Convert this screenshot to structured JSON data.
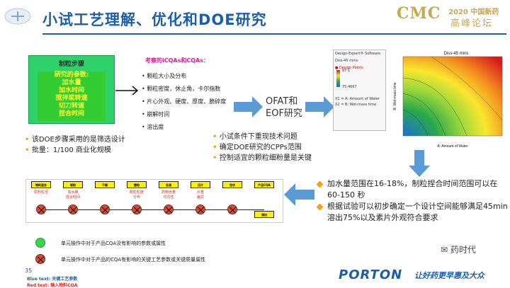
{
  "header": {
    "title": "小试工艺理解、优化和DOE研究",
    "brand_cmc": "CMC",
    "brand_year": "2020 中国新药",
    "brand_name": "高峰论坛"
  },
  "step_box": {
    "head": "制粒步骤",
    "items": [
      "研究的参数:",
      "加水量",
      "加水时间",
      "搅拌桨转速",
      "切刀转速",
      "捏合时间"
    ]
  },
  "cqa": {
    "title": "考察的iCQAs和CQAs：",
    "items": [
      "颗粒大小及分布",
      "颗粒密度，休止角，卡尔指数",
      "片心外观、硬度、厚度、脆碎度",
      "崩解时间",
      "溶出度"
    ]
  },
  "ofat": {
    "line1": "OFAT和",
    "line2": "EOF研究"
  },
  "left_bullets": [
    "该DOE步骤采用的是筛选设计",
    "批量：1/100 商业化规模"
  ],
  "mid_bullets": [
    "小试条件下重现技术问题",
    "确定DOE研究的CPPs范围",
    "控制适宜的颗粒细粉量是关键"
  ],
  "design_expert": {
    "title": "Design-Expert® Software",
    "lines": [
      "Diss-45 mins",
      "● Design Points",
      "97.1",
      "75.4667",
      "X1 = A: Amount of Water",
      "X2 = B: Wet-mass time"
    ]
  },
  "chart": {
    "title": "Diss-45 mins",
    "xlabel": "A: Amount of Water",
    "ylabel": "B: Wet-mass time"
  },
  "chart_data": {
    "type": "heatmap",
    "title": "Diss-45 mins",
    "xlabel": "A: Amount of Water",
    "ylabel": "B: Wet-mass time",
    "colors": [
      "#d7191c",
      "#f28c1d",
      "#f9e62e",
      "#9ed93a",
      "#2aa84a",
      "#1c6fd6"
    ]
  },
  "flow": {
    "stages": [
      "物料混合",
      "制粒",
      "干燥",
      "整粒",
      "总混",
      "压片",
      "包衣",
      "产品CQA"
    ],
    "red_notes": [
      "原料粒径",
      "加水量\n捏合时间",
      "",
      "颗粒粒度\n分布",
      "药物含量\n均匀性",
      "片重\n差异",
      "",
      ""
    ],
    "end_label": "溶出"
  },
  "legend": {
    "green": "单元操作中对于产品CQA没有影响的参数或属性",
    "red": "单元操作中对于产品的CQA有影响的关键工艺参数或关键质量属性"
  },
  "right_bullets": [
    "加水量范围在16-18%，制粒捏合时间范围可以在60-150 秒",
    "根据试验可以初步确定一个设计空间能够满足45min溶出75%以及素片外观符合要求"
  ],
  "footer": {
    "page_number": "35",
    "blue_text": "Blue text: 关键工艺参数",
    "red_text": "Red text: 输入物料CQA",
    "porton": "PORTON",
    "slogan": "让好药更早惠及大众",
    "wechat": "药时代"
  }
}
